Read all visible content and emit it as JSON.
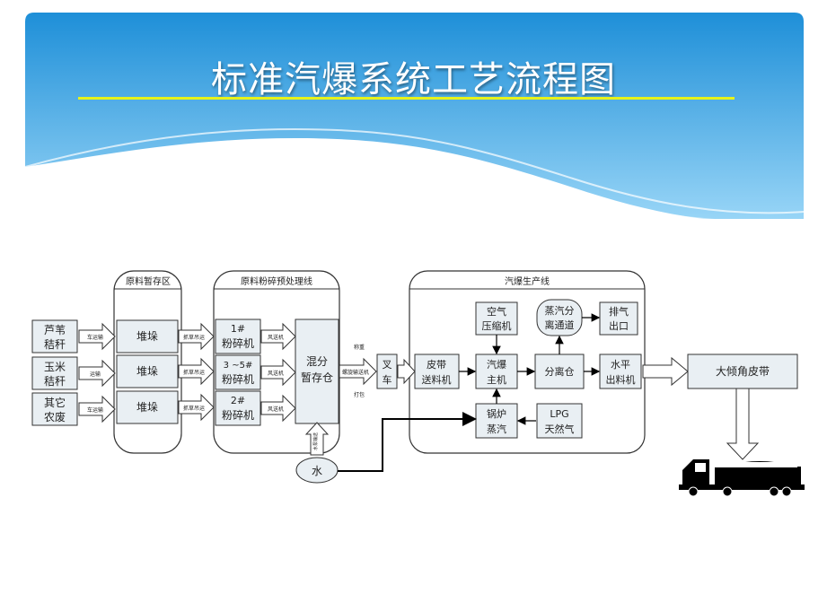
{
  "title": "标准汽爆系统工艺流程图",
  "colors": {
    "banner_top": "#1e8fd8",
    "banner_bottom": "#9ad6f7",
    "title_underline": "#e7f21a",
    "box_fill": "#e9eff3"
  },
  "panels": {
    "raw_storage": "原料暂存区",
    "pretreatment": "原料粉碎预处理线",
    "production": "汽爆生产线"
  },
  "inputs": [
    "芦苇",
    "秸秆",
    "玉米",
    "秸秆",
    "其它",
    "农废"
  ],
  "piles": [
    "堆垛",
    "堆垛",
    "堆垛"
  ],
  "crushers": [
    "1#",
    "粉碎机",
    "3 ~5#",
    "粉碎机",
    "2#",
    "粉碎机"
  ],
  "silo": [
    "混分",
    "暂存仓"
  ],
  "water": "水",
  "forklift": [
    "叉",
    "车"
  ],
  "belt_feeder": [
    "皮带",
    "送料机"
  ],
  "air_compressor": [
    "空气",
    "压缩机"
  ],
  "steam_sep": [
    "蒸汽分",
    "离通道"
  ],
  "exhaust": [
    "排气",
    "出口"
  ],
  "main_machine": [
    "汽爆",
    "主机"
  ],
  "separator": "分离仓",
  "horizontal_out": [
    "水平",
    "出料机"
  ],
  "boiler": [
    "锅炉",
    "蒸汽"
  ],
  "lpg": [
    "LPG",
    "天然气"
  ],
  "conveyor": "大倾角皮带",
  "arrow_labels": {
    "a1": "车运输",
    "a2": "运输",
    "a3": "车运输",
    "b1": "抓草吊运",
    "b2": "抓草吊运",
    "b3": "抓草吊运",
    "c1": "风送机",
    "c2": "风送机",
    "c3": "风送机",
    "d1": "螺旋输送机",
    "d_top": "称重",
    "d_bot": "打包",
    "w1": "水泵输送"
  }
}
